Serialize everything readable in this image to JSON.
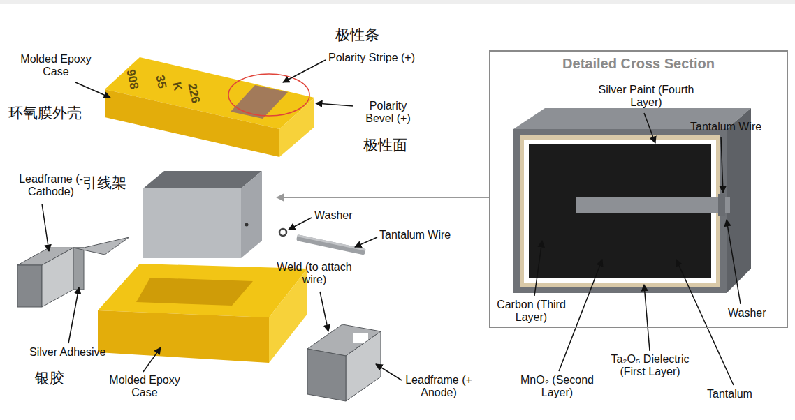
{
  "diagram": {
    "nodes": [
      {
        "text": [
          "Detailed Cross Section"
        ]
      }
    ],
    "labels": [
      "Molded Epoxy Case",
      "环氧膜外壳",
      "极性条",
      "Polarity Stripe (+)",
      "Polarity Bevel (+)",
      "极性面",
      "908",
      "35",
      "K",
      "226",
      "Leadframe (- Cathode)",
      "引线架",
      "Washer",
      "Tantalum Wire",
      "Weld (to attach wire)",
      "Silver Adhesive",
      "银胶",
      "Molded Epoxy Case",
      "Leadframe (+ Anode)",
      "Silver Paint (Fourth Layer)",
      "Tantalum Wire",
      "Carbon (Third Layer)",
      "MnO₂ (Second Layer)",
      "Ta₂O₅ Dielectric (First Layer)",
      "Tantalum",
      "Washer"
    ]
  }
}
